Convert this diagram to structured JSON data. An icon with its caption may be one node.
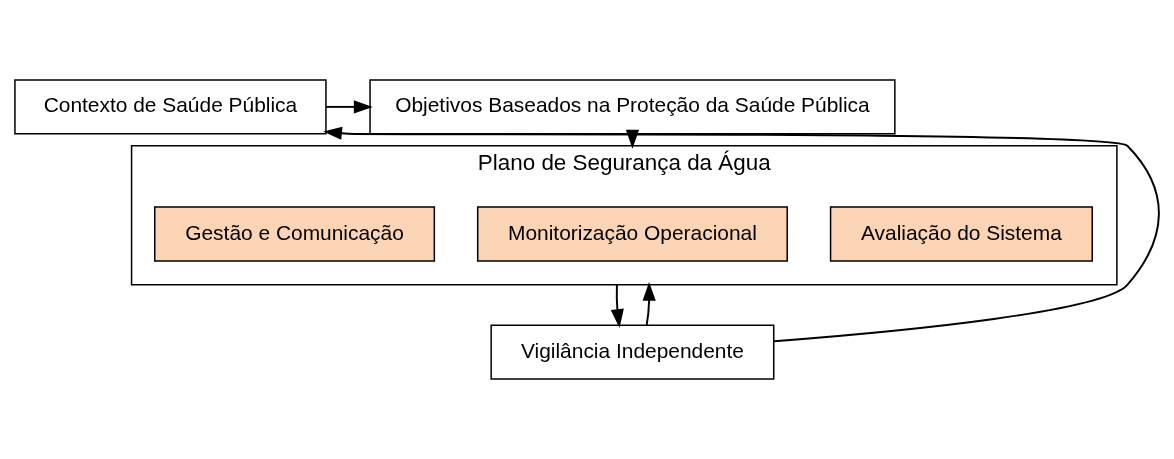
{
  "diagram": {
    "nodes": [
      {
        "text": [
          "Objetivos Baseados na Proteção da Saúde Pública"
        ]
      },
      {
        "text": [
          "Contexto de Saúde Pública"
        ]
      },
      {
        "text": [
          "Plano de Segurança da Água"
        ]
      },
      {
        "text": [
          "Avaliação do Sistema"
        ],
        "in": 2
      },
      {
        "text": [
          "Monitorização Operacional"
        ],
        "in": 2
      },
      {
        "text": [
          "Gestão e Comunicação"
        ],
        "in": 2
      },
      {
        "text": [
          "Vigilância Independente"
        ]
      }
    ],
    "edges": [
      {
        "from": 1,
        "to": 0,
        "arrow": "to"
      },
      {
        "from": 0,
        "to": 2,
        "arrow": "to"
      },
      {
        "from": 2,
        "to": 6,
        "arrow": "to"
      },
      {
        "from": 6,
        "to": 1,
        "arrow": "to"
      },
      {
        "from": 6,
        "to": 2,
        "arrow": "to"
      }
    ]
  }
}
